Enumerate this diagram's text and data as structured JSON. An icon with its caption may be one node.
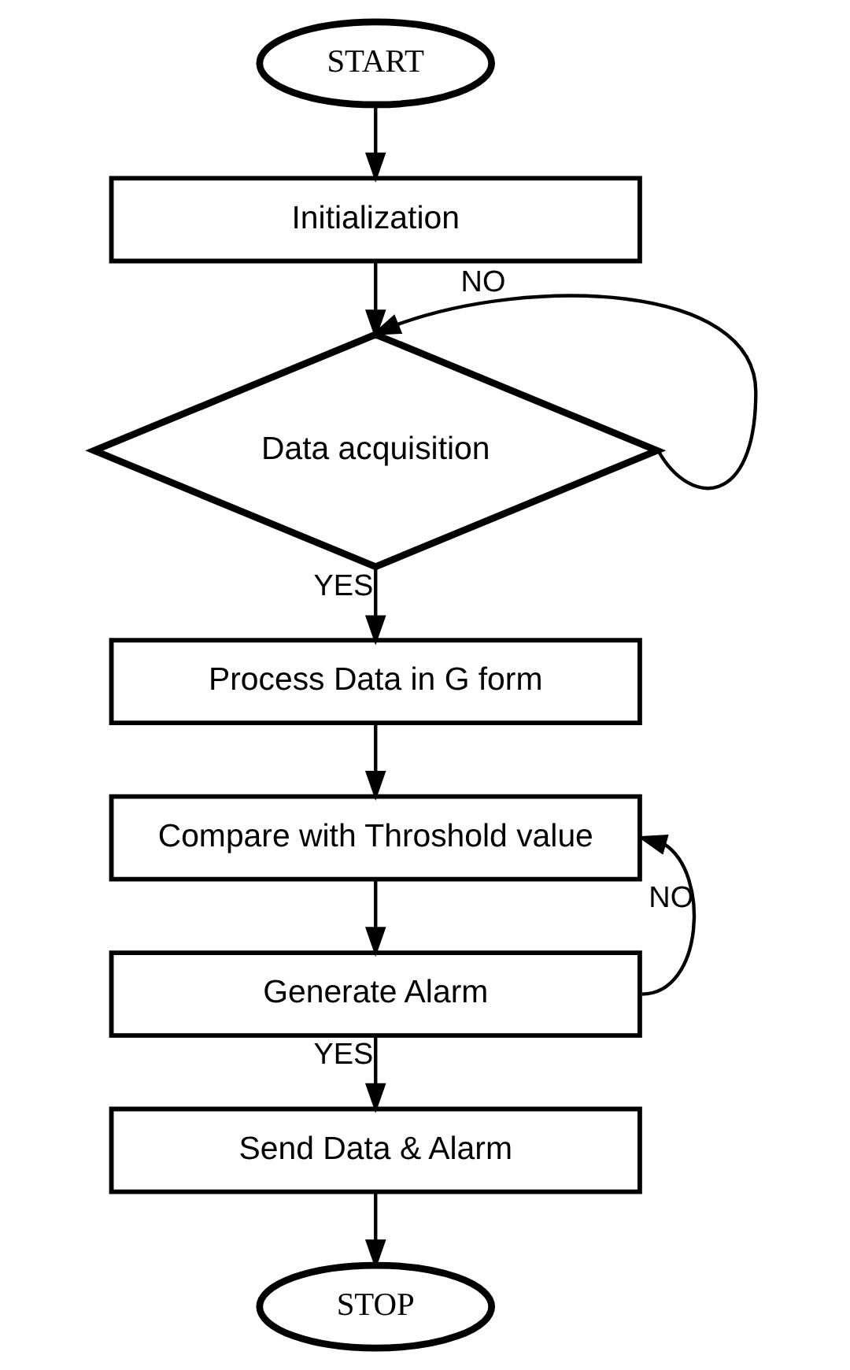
{
  "diagram": {
    "nodes": [
      {
        "text": [
          "START"
        ]
      },
      {
        "text": [
          "Initialization"
        ]
      },
      {
        "text": [
          "Data acquisition"
        ]
      },
      {
        "text": [
          "Process Data in G form"
        ]
      },
      {
        "text": [
          "Compare with Throshold value"
        ]
      },
      {
        "text": [
          "Generate Alarm"
        ]
      },
      {
        "text": [
          "Send Data & Alarm"
        ]
      },
      {
        "text": [
          "STOP"
        ]
      }
    ],
    "edges": [
      {
        "from": 0,
        "to": 1,
        "arrow": "to"
      },
      {
        "from": 1,
        "to": 2,
        "arrow": "to"
      },
      {
        "from": 2,
        "to": 2,
        "arrow": "to",
        "label": "NO"
      },
      {
        "from": 2,
        "to": 3,
        "arrow": "to",
        "label": "YES"
      },
      {
        "from": 3,
        "to": 4,
        "arrow": "to"
      },
      {
        "from": 4,
        "to": 5,
        "arrow": "to"
      },
      {
        "from": 5,
        "to": 4,
        "arrow": "to",
        "label": "NO"
      },
      {
        "from": 5,
        "to": 6,
        "arrow": "to",
        "label": "YES"
      },
      {
        "from": 6,
        "to": 7,
        "arrow": "to"
      }
    ]
  }
}
